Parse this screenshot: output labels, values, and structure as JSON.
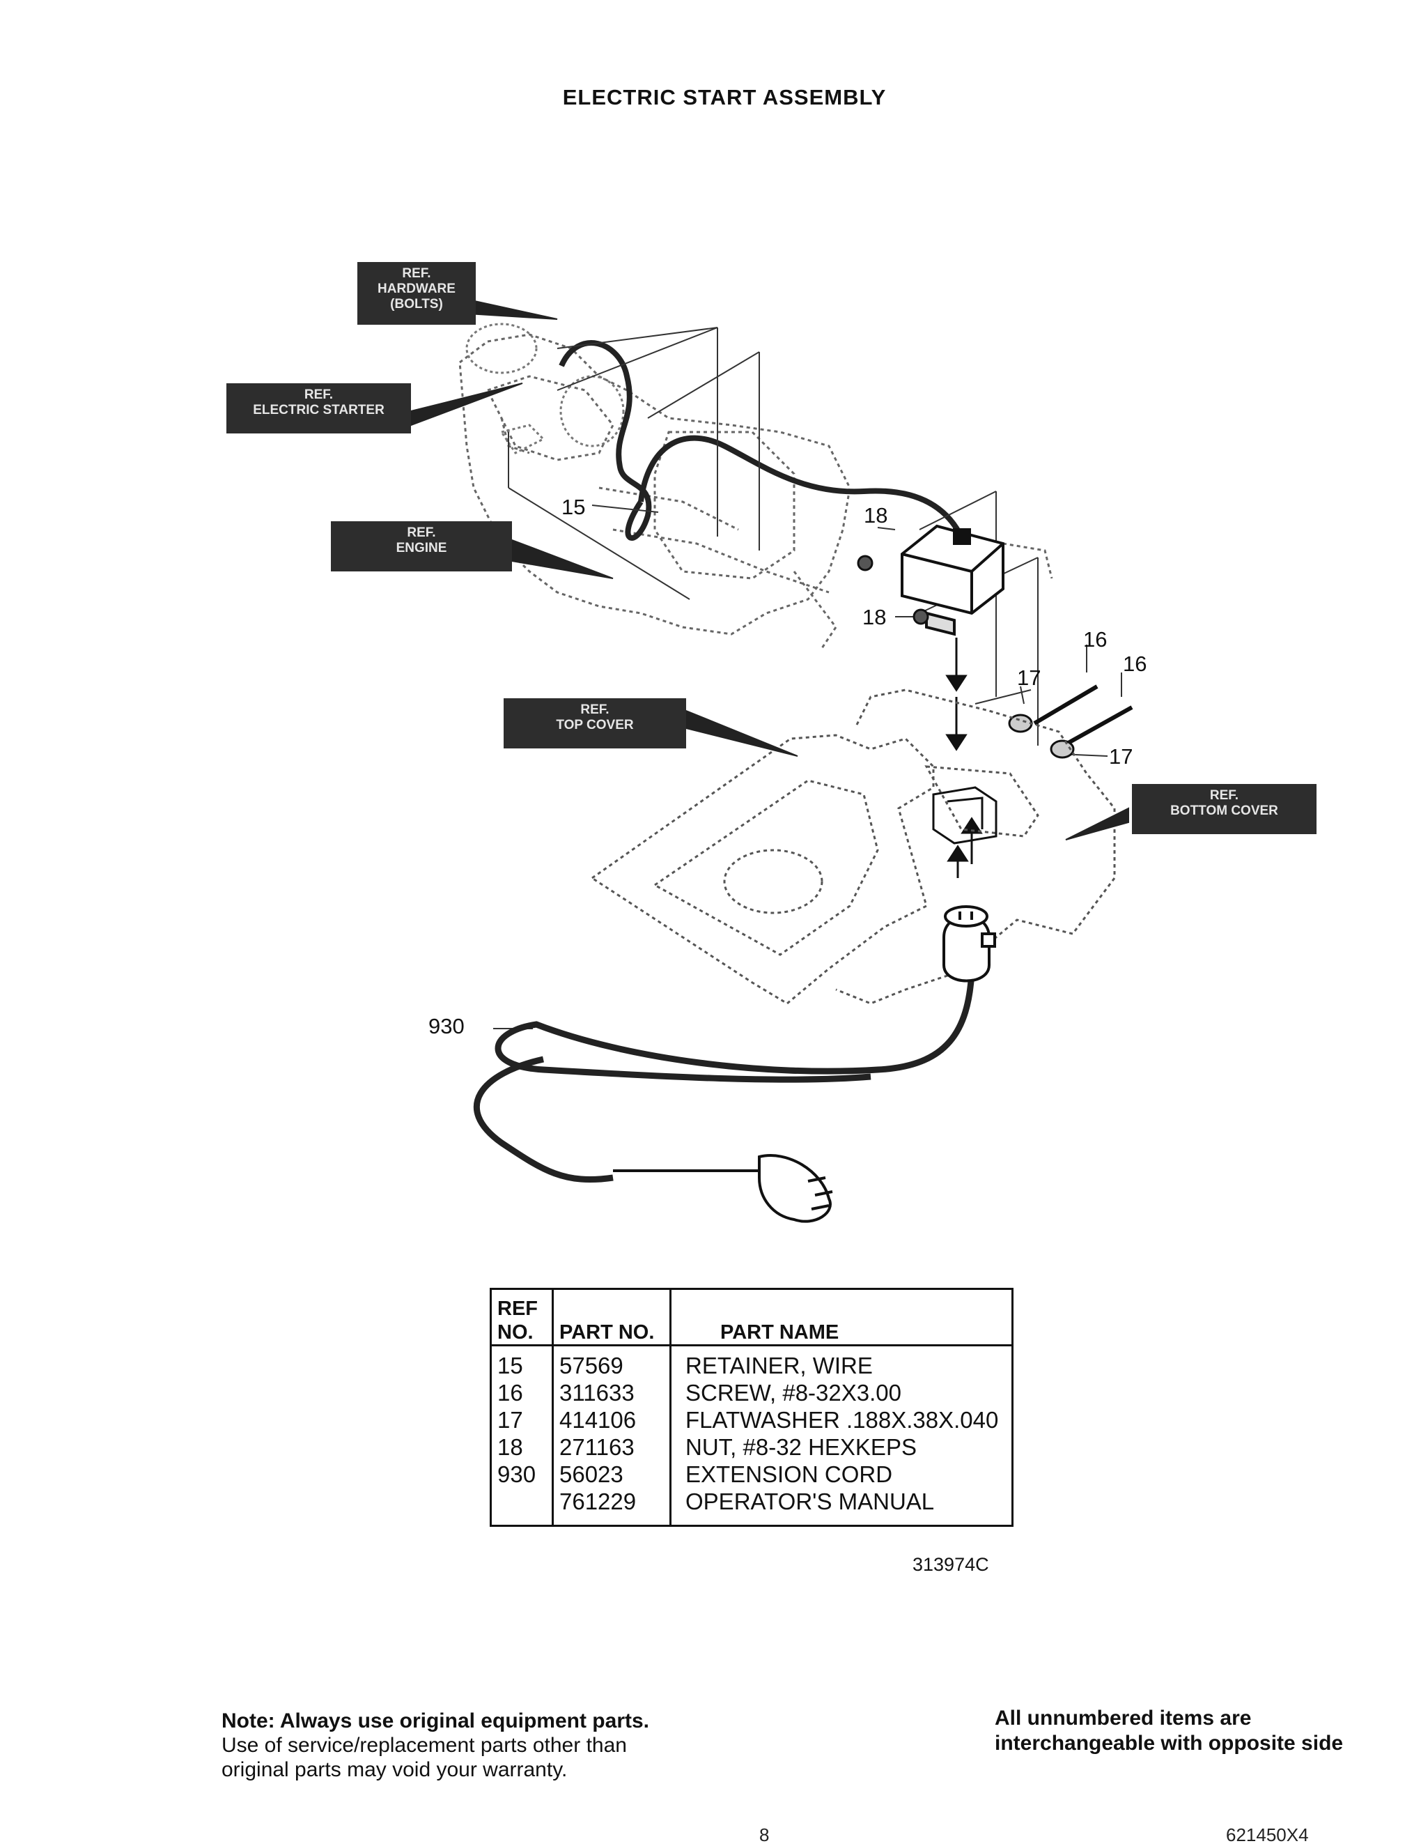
{
  "title": "ELECTRIC START ASSEMBLY",
  "ref_labels": {
    "hardware": [
      "REF.",
      "HARDWARE",
      "(BOLTS)"
    ],
    "electric_starter": [
      "REF.",
      "ELECTRIC STARTER"
    ],
    "engine": [
      "REF.",
      "ENGINE"
    ],
    "top_cover": [
      "REF.",
      "TOP COVER"
    ],
    "bottom_cover": [
      "REF.",
      "BOTTOM COVER"
    ]
  },
  "callouts": {
    "c15": "15",
    "c18a": "18",
    "c18b": "18",
    "c16a": "16",
    "c16b": "16",
    "c17a": "17",
    "c17b": "17",
    "c930": "930"
  },
  "parts_table": {
    "headers": {
      "ref_no_line1": "REF",
      "ref_no_line2": "NO.",
      "part_no": "PART NO.",
      "part_name": "PART NAME"
    },
    "rows": [
      {
        "ref": "15",
        "part_no": "57569",
        "name": "RETAINER, WIRE"
      },
      {
        "ref": "16",
        "part_no": "311633",
        "name": "SCREW, #8-32X3.00"
      },
      {
        "ref": "17",
        "part_no": "414106",
        "name": "FLATWASHER .188X.38X.040"
      },
      {
        "ref": "18",
        "part_no": "271163",
        "name": "NUT, #8-32 HEXKEPS"
      },
      {
        "ref": "930",
        "part_no": "56023",
        "name": "EXTENSION CORD"
      },
      {
        "ref": "",
        "part_no": "761229",
        "name": "OPERATOR'S MANUAL"
      }
    ]
  },
  "drawing_number": "313974C",
  "note": {
    "bold": "Note: Always use original equipment parts.",
    "text": "Use of service/replacement parts other than original parts may void your warranty."
  },
  "interchange_note": "All unnumbered items are interchangeable with opposite side",
  "page_number": "8",
  "doc_code": "621450X4"
}
